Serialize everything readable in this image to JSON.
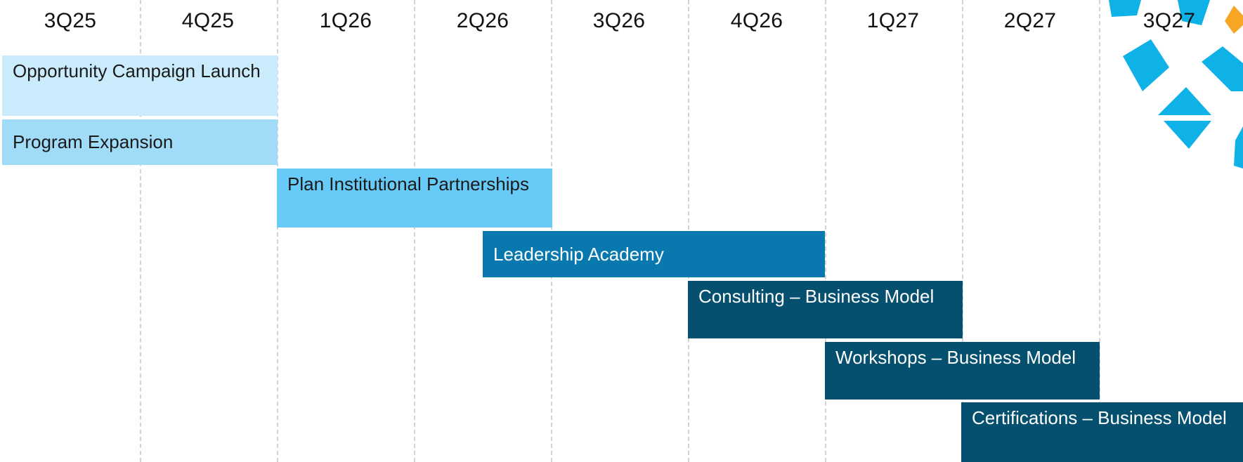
{
  "timeline": {
    "quarters": [
      "3Q25",
      "4Q25",
      "1Q26",
      "2Q26",
      "3Q26",
      "4Q26",
      "1Q27",
      "2Q27",
      "3Q27"
    ],
    "items": [
      {
        "label": "Opportunity Campaign Launch",
        "start": "3Q25",
        "end": "4Q25",
        "color": "#c9ebfb"
      },
      {
        "label": "Program Expansion",
        "start": "3Q25",
        "end": "4Q25",
        "color": "#a0dbf8"
      },
      {
        "label": "Plan Institutional Partnerships",
        "start": "1Q26",
        "end": "2Q26",
        "color": "#68cbf7"
      },
      {
        "label": "Leadership Academy",
        "start": "2Q26",
        "end": "4Q26",
        "color": "#0878ae"
      },
      {
        "label": "Consulting – Business Model",
        "start": "4Q26",
        "end": "1Q27",
        "color": "#05506f"
      },
      {
        "label": "Workshops – Business Model",
        "start": "1Q27",
        "end": "2Q27",
        "color": "#05506f"
      },
      {
        "label": "Certifications – Business Model",
        "start": "2Q27",
        "end": "3Q27",
        "color": "#05506f"
      }
    ]
  },
  "decoration": {
    "accent_blue": "#0eb2e6",
    "accent_orange": "#f6a623"
  }
}
